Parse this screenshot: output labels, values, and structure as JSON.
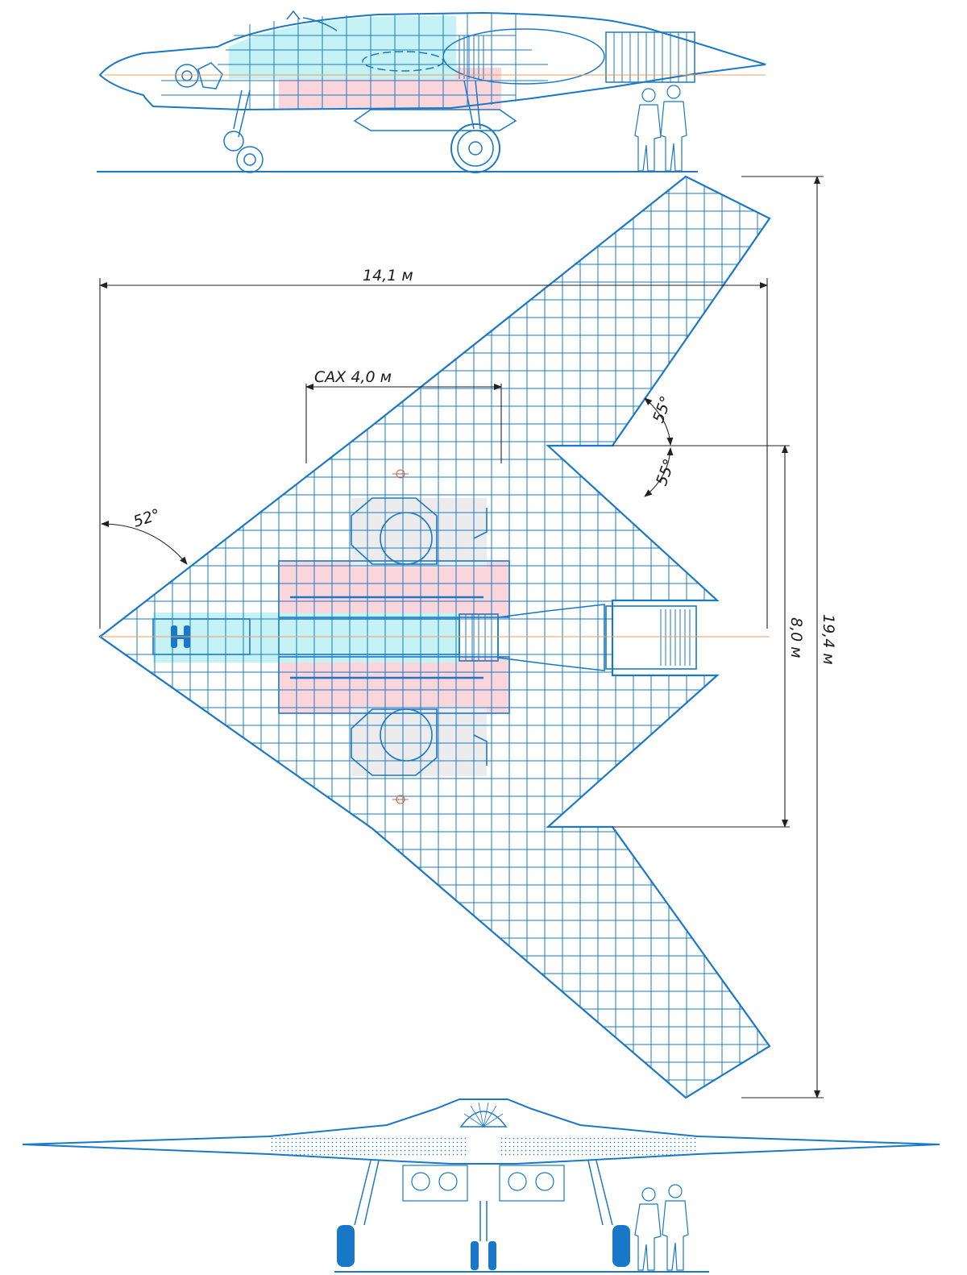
{
  "dimensions": {
    "span_label": "14,1 м",
    "mac_label": "САХ 4,0 м",
    "length_label": "19,4 м",
    "fuselage_label": "8,0 м",
    "leading_edge_angle": "52°",
    "trailing_edge_angle_upper": "55°",
    "trailing_edge_angle_lower": "55°"
  },
  "colors": {
    "line": "#1a78c8",
    "cockpit_fill": "#c5f2f4",
    "bay_fill": "#fad6da",
    "gear_fill": "#ececec",
    "dimension_line": "#222222",
    "centerline": "#e8a25a"
  }
}
